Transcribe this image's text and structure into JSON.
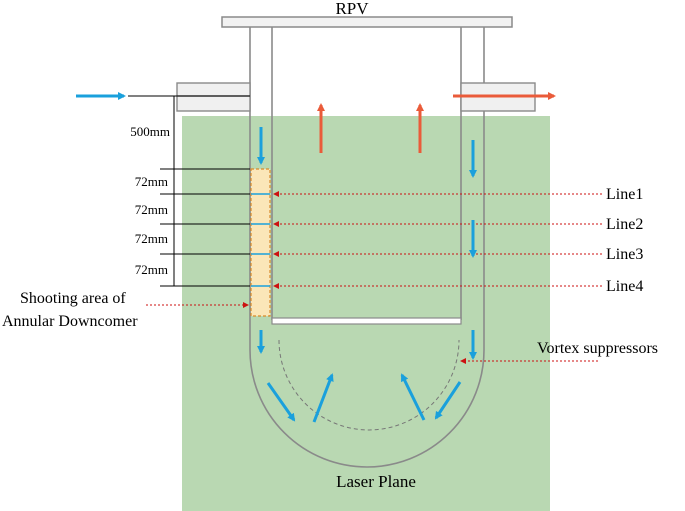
{
  "title": "RPV",
  "dimensions": [
    "500mm",
    "72mm",
    "72mm",
    "72mm",
    "72mm"
  ],
  "lines": [
    "Line1",
    "Line2",
    "Line3",
    "Line4"
  ],
  "shooting_area": {
    "line1": "Shooting area of",
    "line2": "Annular Downcomer"
  },
  "vortex_label": "Vortex suppressors",
  "laser_label": "Laser Plane",
  "colors": {
    "laser_plane": "#b9d8b2",
    "inflow_arrow": "#1aa0dc",
    "outflow_arrow": "#ea5b3a",
    "shooting_area_fill": "#fbe6b8",
    "leader_line": "#cc1111",
    "vessel_line": "#8a8a8a"
  }
}
